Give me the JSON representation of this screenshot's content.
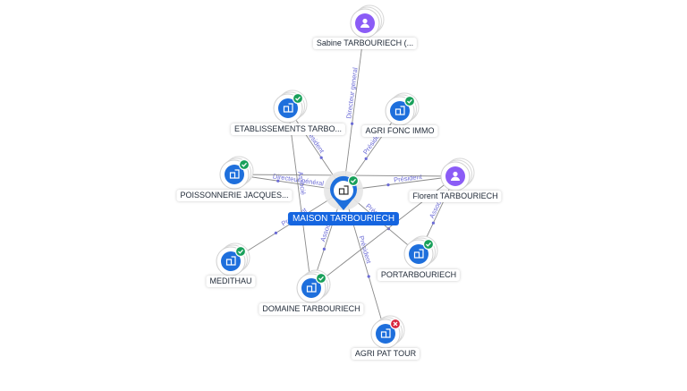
{
  "colors": {
    "company_node": "#1e6fdc",
    "person_node": "#8b5cf6",
    "edge": "#8a8a8a",
    "edge_label": "#6b6bd6",
    "status_active": "#18a05a",
    "status_closed": "#d7263d",
    "center_label_bg": "#1565e0"
  },
  "center": {
    "label": "MAISON TARBOURIECH",
    "icon": "building-icon",
    "status": "active"
  },
  "nodes": [
    {
      "id": "sabine",
      "label": "Sabine TARBOURIECH (...",
      "kind": "person",
      "icon": "person-icon",
      "status": "none"
    },
    {
      "id": "etablissements",
      "label": "ETABLISSEMENTS TARBO...",
      "kind": "company",
      "icon": "building-icon",
      "status": "active"
    },
    {
      "id": "agri-fonc",
      "label": "AGRI FONC IMMO",
      "kind": "company",
      "icon": "building-icon",
      "status": "active"
    },
    {
      "id": "poissonnerie",
      "label": "POISSONNERIE JACQUES...",
      "kind": "company",
      "icon": "building-icon",
      "status": "active"
    },
    {
      "id": "florent",
      "label": "Florent TARBOURIECH",
      "kind": "person",
      "icon": "person-icon",
      "status": "none"
    },
    {
      "id": "medithau",
      "label": "MEDITHAU",
      "kind": "company",
      "icon": "building-icon",
      "status": "active"
    },
    {
      "id": "portarbouriech",
      "label": "PORTARBOURIECH",
      "kind": "company",
      "icon": "building-icon",
      "status": "active"
    },
    {
      "id": "domaine",
      "label": "DOMAINE TARBOURIECH",
      "kind": "company",
      "icon": "building-icon",
      "status": "active"
    },
    {
      "id": "agri-pat",
      "label": "AGRI PAT TOUR",
      "kind": "company",
      "icon": "building-icon",
      "status": "closed"
    }
  ],
  "edges": [
    {
      "from": "sabine",
      "to": "center",
      "label": "Directeur general"
    },
    {
      "from": "etablissements",
      "to": "center",
      "label": "Président"
    },
    {
      "from": "agri-fonc",
      "to": "center",
      "label": "Président"
    },
    {
      "from": "center",
      "to": "poissonnerie",
      "label": "Directeur général"
    },
    {
      "from": "florent",
      "to": "center",
      "label": "Président"
    },
    {
      "from": "center",
      "to": "medithau",
      "label": "Président"
    },
    {
      "from": "center",
      "to": "domaine",
      "label": "Associé"
    },
    {
      "from": "center",
      "to": "agri-pat",
      "label": "Président"
    },
    {
      "from": "center",
      "to": "portarbouriech",
      "label": "Président"
    },
    {
      "from": "florent",
      "to": "poissonnerie",
      "label": ""
    },
    {
      "from": "florent",
      "to": "domaine",
      "label": ""
    },
    {
      "from": "florent",
      "to": "portarbouriech",
      "label": "Associé"
    },
    {
      "from": "etablissements",
      "to": "domaine",
      "label": "Associé"
    }
  ]
}
